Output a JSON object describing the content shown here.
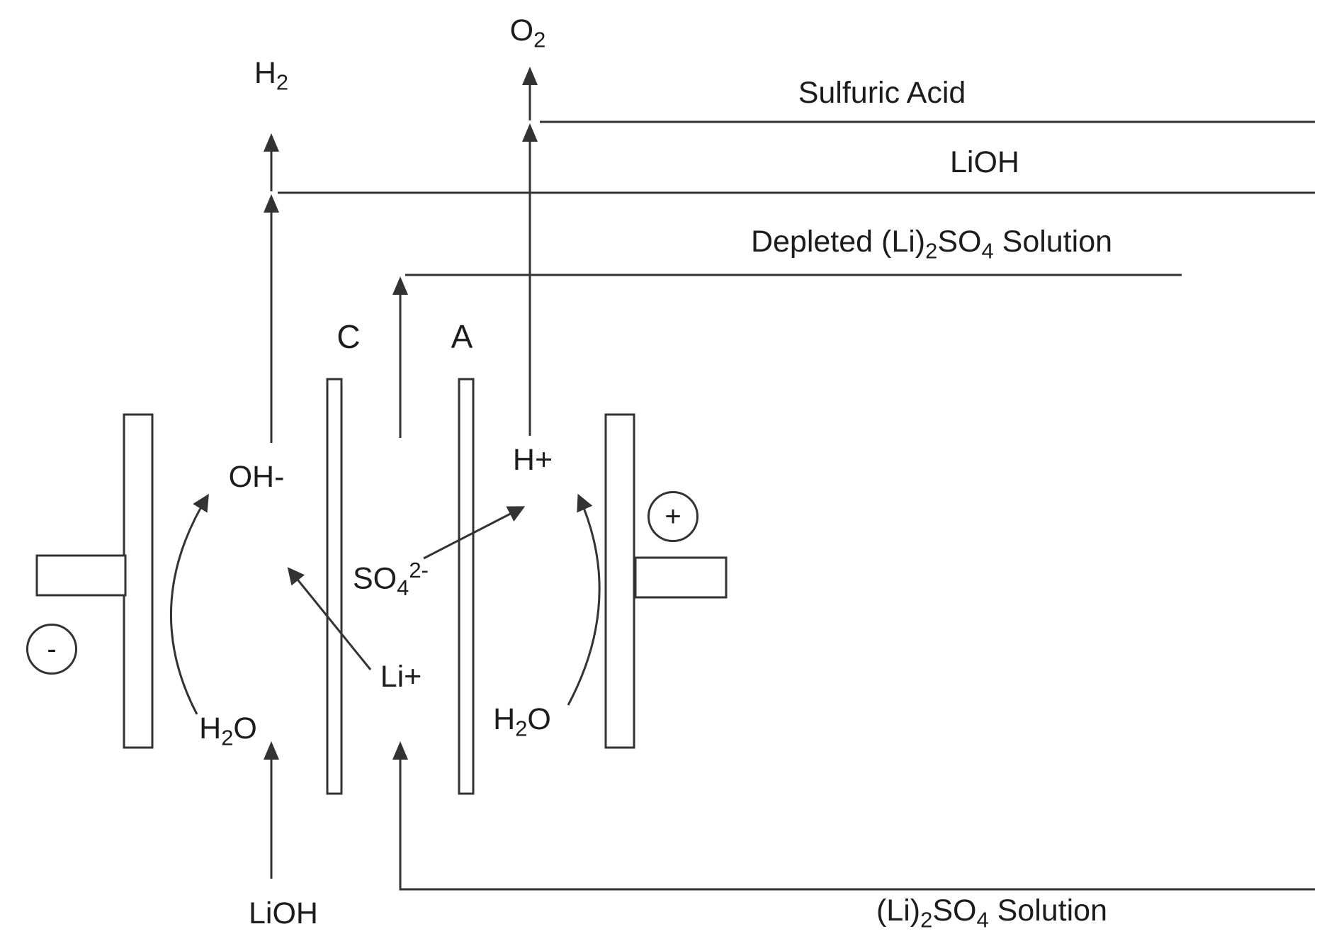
{
  "colors": {
    "ink": "#333333",
    "text": "#1c1c1c",
    "background": "#ffffff"
  },
  "streams": {
    "sulfuric_acid": "Sulfuric Acid",
    "lioh_out": "LiOH",
    "depleted": [
      "Depleted (Li)",
      "2",
      "SO",
      "4",
      " Solution"
    ],
    "feed": [
      "(Li)",
      "2",
      "SO",
      "4",
      " Solution"
    ],
    "lioh_in": "LiOH"
  },
  "gases": {
    "h2": [
      "H",
      "2"
    ],
    "o2": [
      "O",
      "2"
    ]
  },
  "membranes": {
    "c": "C",
    "a": "A"
  },
  "species": {
    "hydroxide": "OH-",
    "proton": "H+",
    "sulfate": [
      "SO",
      "4",
      "2-"
    ],
    "lithium": "Li+",
    "water": [
      "H",
      "2",
      "O"
    ]
  },
  "terminals": {
    "negative": "-",
    "positive": "+"
  }
}
